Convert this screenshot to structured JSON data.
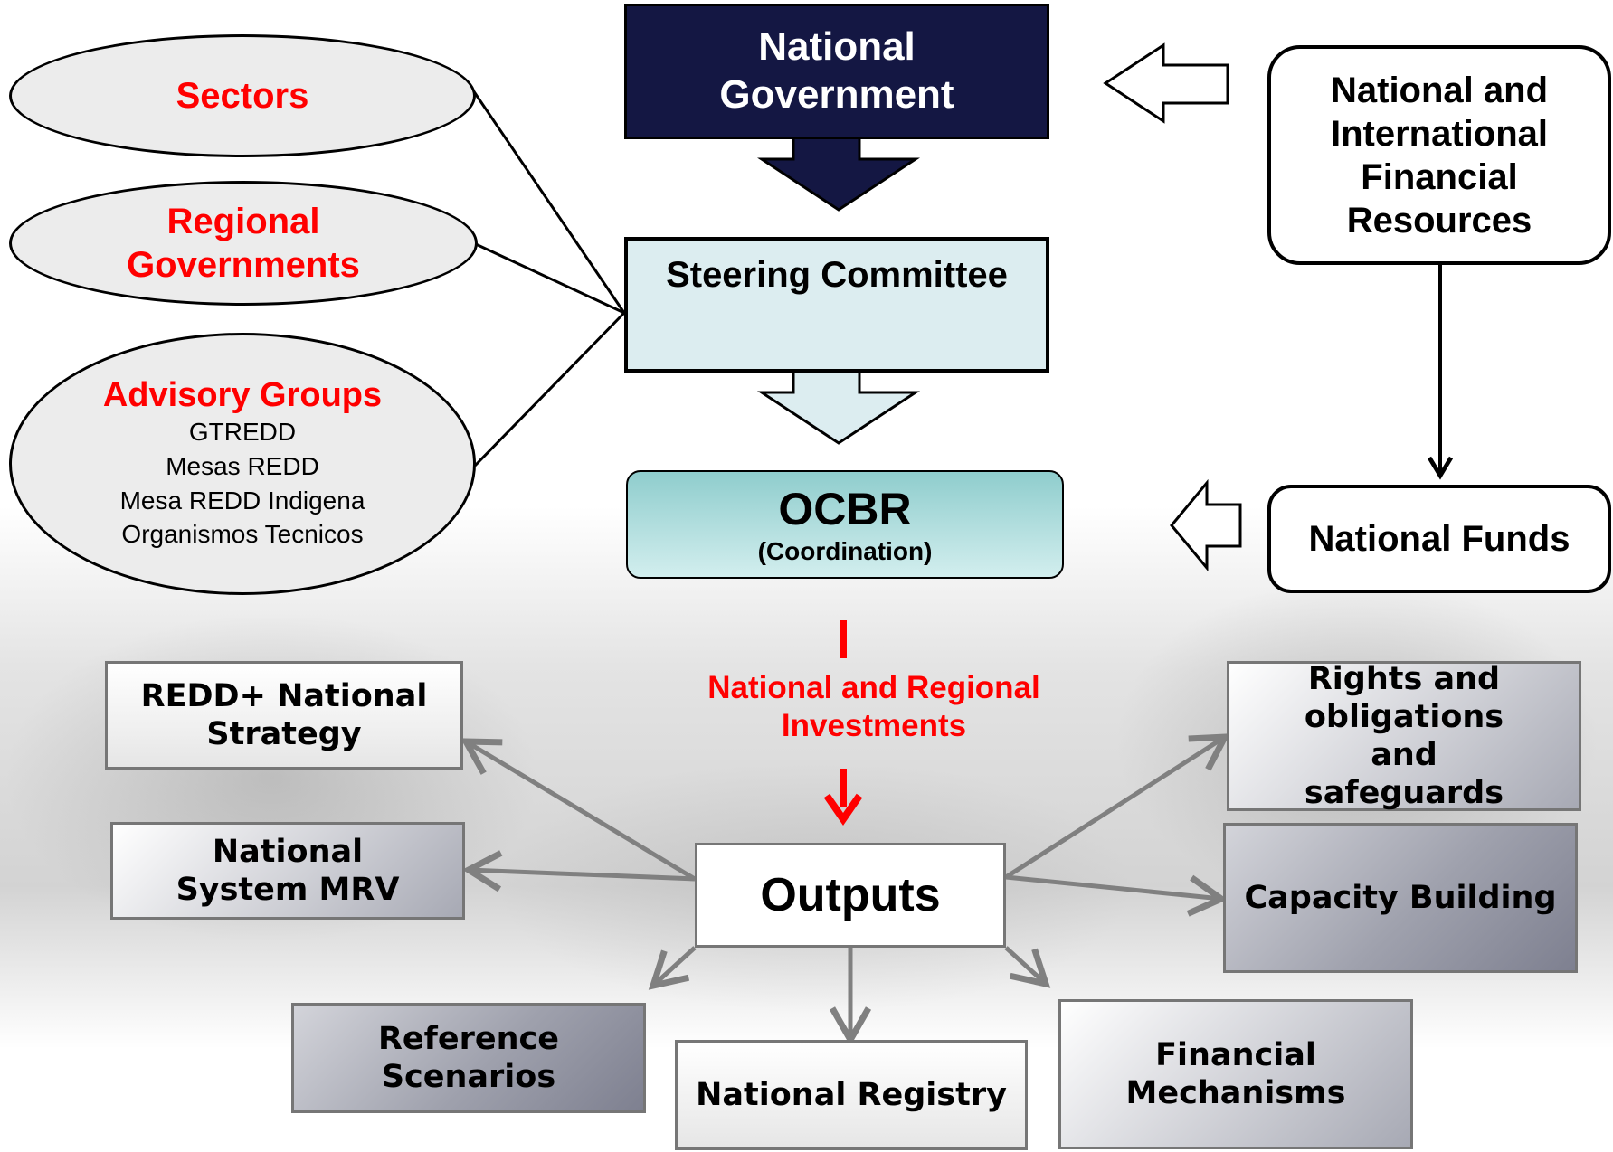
{
  "top": {
    "national_government": "National Government",
    "steering_committee": "Steering Committee",
    "ocbr_title": "OCBR",
    "ocbr_sub": "(Coordination)",
    "financial_resources": "National and International Financial Resources",
    "national_funds": "National Funds"
  },
  "stakeholders": {
    "sectors": "Sectors",
    "regional_governments": "Regional Governments",
    "advisory_title": "Advisory Groups",
    "advisory_items": [
      "GTREDD",
      "Mesas REDD",
      "Mesa REDD Indigena",
      "Organismos Tecnicos"
    ]
  },
  "investments_label": "National and Regional Investments",
  "outputs": {
    "center": "Outputs",
    "strategy": "REDD+ National Strategy",
    "mrv": "National  System MRV",
    "reference": "Reference Scenarios",
    "registry": "National Registry",
    "financial": "Financial Mechanisms",
    "capacity": "Capacity Building",
    "rights": "Rights and obligations and safeguards"
  },
  "colors": {
    "government_fill": "#141743",
    "committee_fill": "#dcedf0",
    "ocbr_fill": "#a9dcdc",
    "highlight_red": "#ff0000",
    "connector_gray": "#808080"
  }
}
